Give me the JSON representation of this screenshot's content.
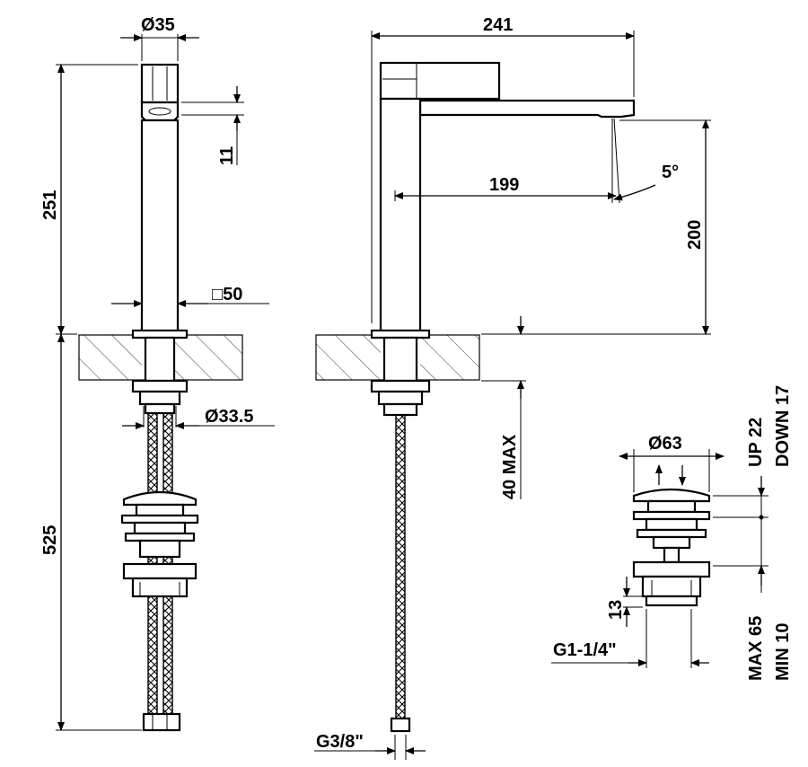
{
  "colors": {
    "ink": "#000000",
    "paper": "#ffffff"
  },
  "dims": {
    "d35": "Ø35",
    "h251": "251",
    "h11": "11",
    "sq50": "□50",
    "h525": "525",
    "d33_5": "Ø33.5",
    "w241": "241",
    "w199": "199",
    "ang5": "5°",
    "h200": "200",
    "max40": "40 MAX",
    "g38": "G3/8\"",
    "d63": "Ø63",
    "up22": "UP 22",
    "down17": "DOWN 17",
    "h13": "13",
    "g114": "G1-1/4\"",
    "max65": "MAX 65",
    "min10": "MIN 10"
  }
}
